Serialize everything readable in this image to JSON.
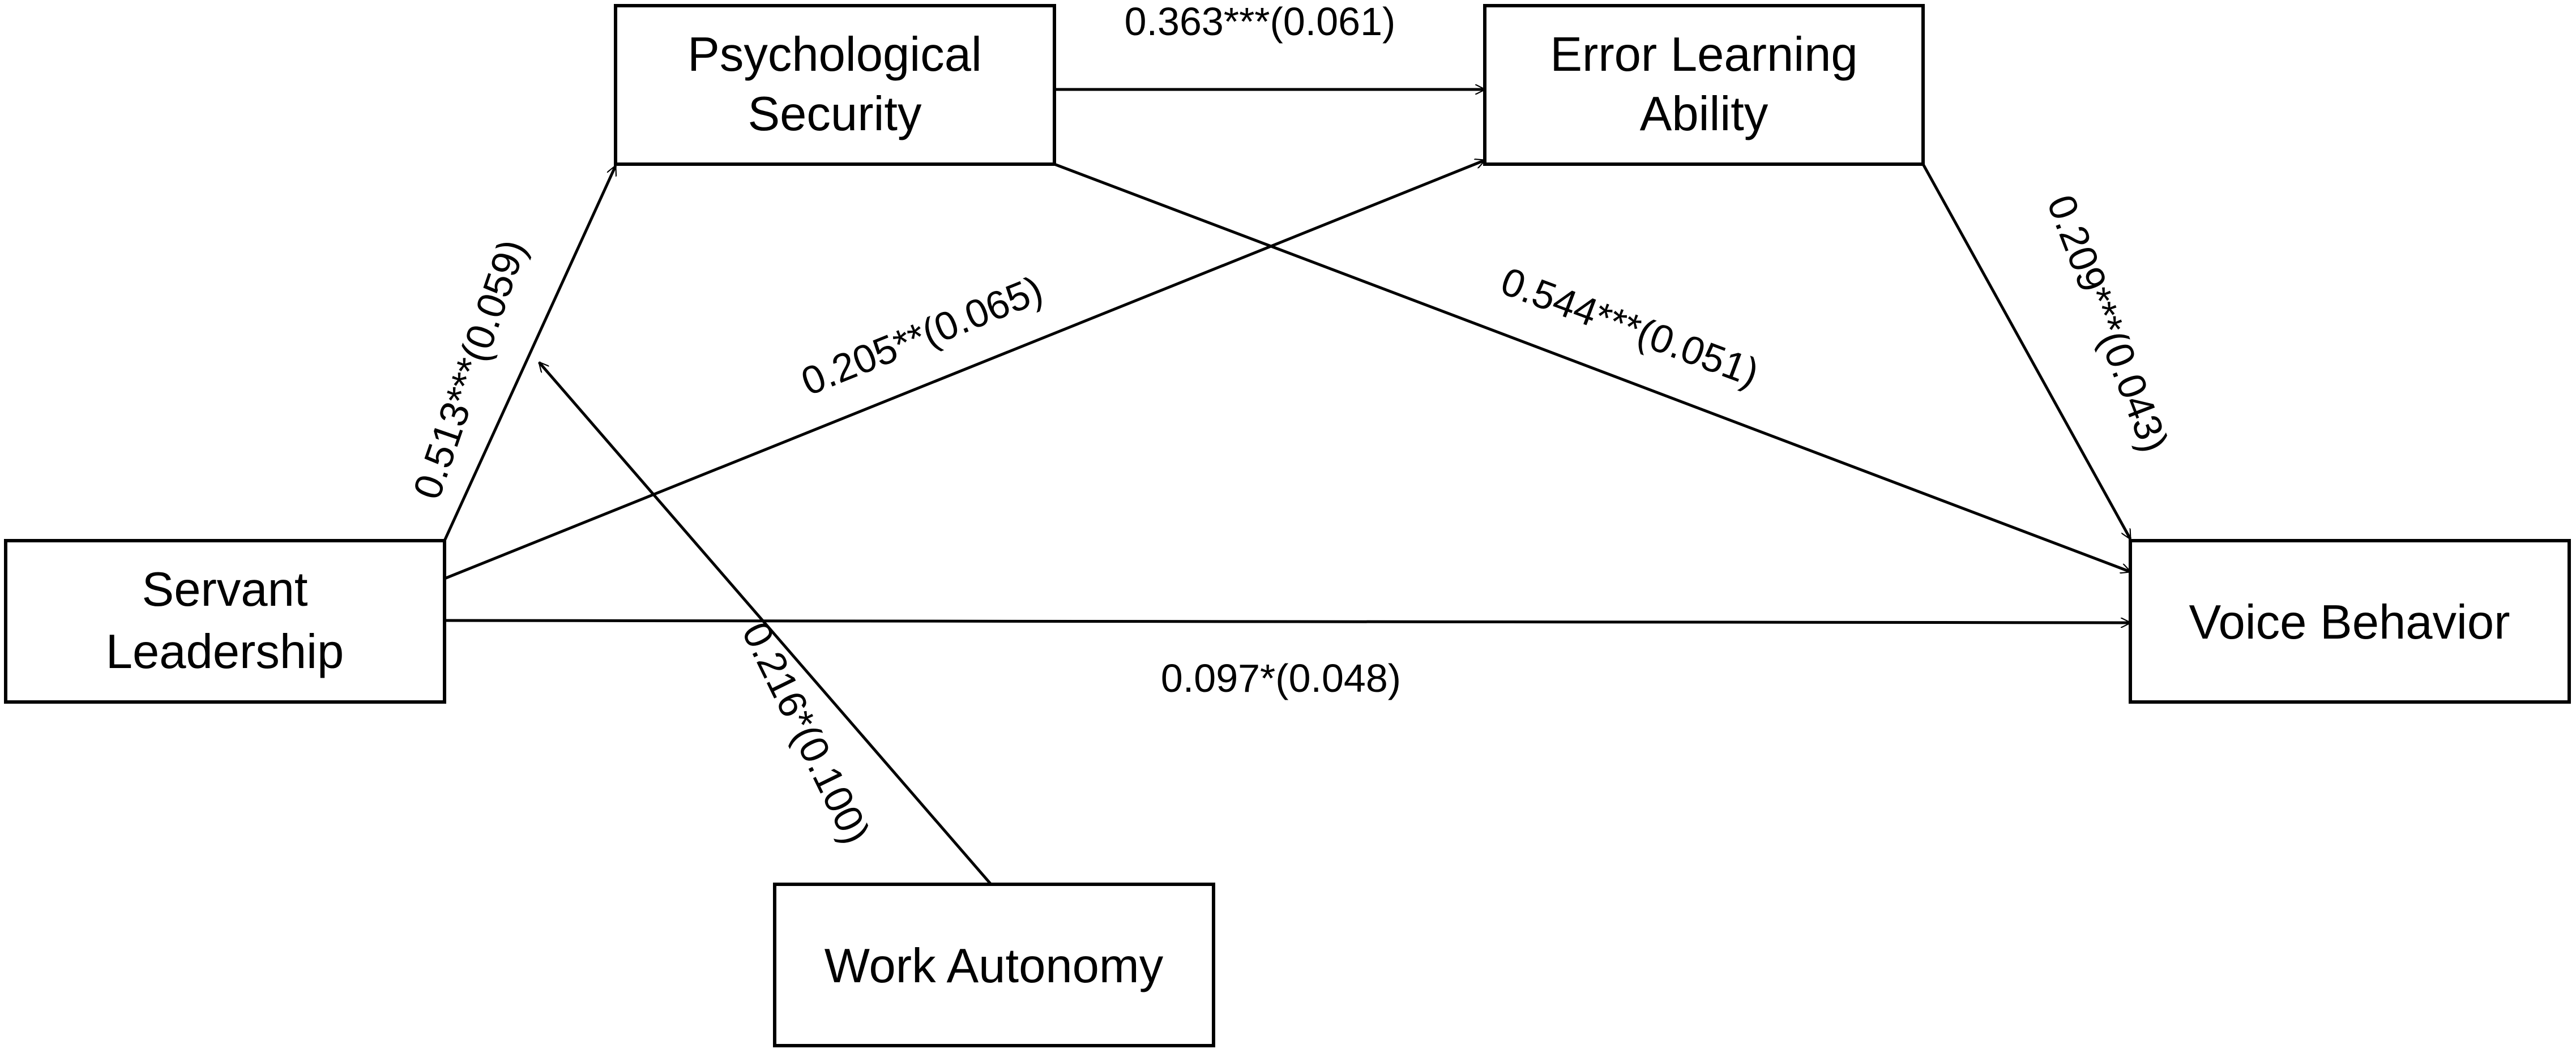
{
  "nodes": {
    "psychological_security": {
      "line1": "Psychological",
      "line2": "Security"
    },
    "error_learning_ability": {
      "line1": "Error Learning",
      "line2": "Ability"
    },
    "servant_leadership": {
      "line1": "Servant",
      "line2": "Leadership"
    },
    "voice_behavior": {
      "line1": "Voice Behavior"
    },
    "work_autonomy": {
      "line1": "Work Autonomy"
    }
  },
  "edges": {
    "ps_to_ela": "0.363***(0.061)",
    "sl_to_ps": "0.513***(0.059)",
    "sl_to_ela": "0.205**(0.065)",
    "ps_to_vb": "0.544***(0.051)",
    "ela_to_vb": "0.209***(0.043)",
    "sl_to_vb": "0.097*(0.048)",
    "wa_moderation": "0.216*(0.100)"
  },
  "colors": {
    "stroke": "#000000",
    "background": "#ffffff"
  }
}
